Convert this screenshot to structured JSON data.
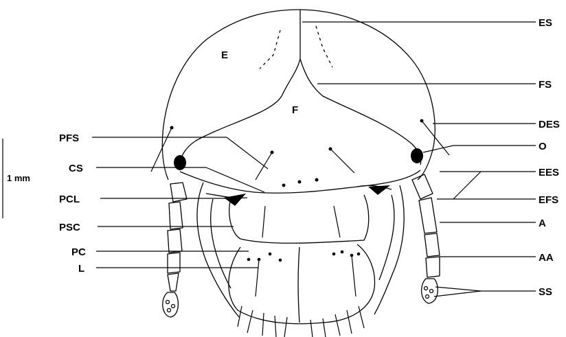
{
  "labels_right": [
    {
      "id": "ES",
      "text": "ES"
    },
    {
      "id": "FS",
      "text": "FS"
    },
    {
      "id": "DES",
      "text": "DES"
    },
    {
      "id": "O",
      "text": "O"
    },
    {
      "id": "EES",
      "text": "EES"
    },
    {
      "id": "EFS",
      "text": "EFS"
    },
    {
      "id": "A",
      "text": "A"
    },
    {
      "id": "AA",
      "text": "AA"
    },
    {
      "id": "SS",
      "text": "SS"
    }
  ],
  "labels_left": [
    {
      "id": "PFS",
      "text": "PFS"
    },
    {
      "id": "CS",
      "text": "CS"
    },
    {
      "id": "PCL",
      "text": "PCL"
    },
    {
      "id": "PSC",
      "text": "PSC"
    },
    {
      "id": "PC",
      "text": "PC"
    },
    {
      "id": "L",
      "text": "L"
    }
  ],
  "labels_inside": [
    {
      "id": "E",
      "text": "E"
    },
    {
      "id": "F",
      "text": "F"
    }
  ],
  "scale_bar": {
    "text": "1 mm"
  }
}
